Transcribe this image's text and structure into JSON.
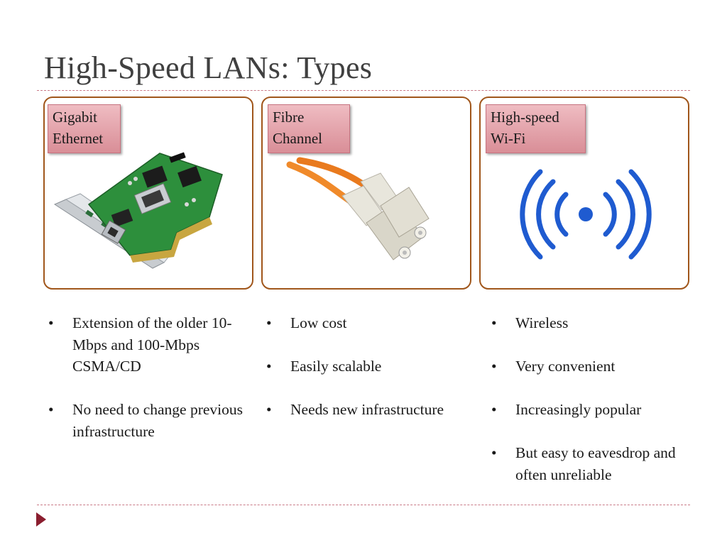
{
  "slide": {
    "title": "High-Speed LANs: Types"
  },
  "columns": [
    {
      "label": "Gigabit\nEthernet",
      "image_icon": "network-card-icon",
      "bullets": [
        "Extension of the older 10-Mbps and 100-Mbps CSMA/CD",
        "No need to change previous infrastructure"
      ]
    },
    {
      "label": "Fibre\nChannel",
      "image_icon": "fiber-optic-cable-icon",
      "bullets": [
        "Low cost",
        "Easily scalable",
        "Needs new infrastructure"
      ]
    },
    {
      "label": "High-speed\nWi-Fi",
      "image_icon": "wifi-signal-icon",
      "bullets": [
        "Wireless",
        "Very convenient",
        "Increasingly popular",
        "But easy to eavesdrop and often unreliable"
      ]
    }
  ],
  "colors": {
    "card_border": "#a0561b",
    "label_fill": "#d98e97",
    "rule": "#c97a88",
    "accent": "#8b1e2f",
    "wifi_blue": "#1f5bd0"
  }
}
